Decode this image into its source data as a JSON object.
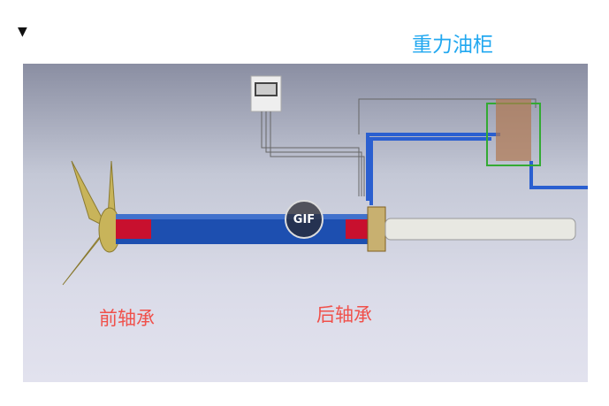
{
  "toggle_icon": "triangle-down-icon",
  "toggle_glyph": "▼",
  "labels": {
    "gravity_tank": "重力油柜",
    "front_bearing": "前轴承",
    "rear_bearing": "后轴承"
  },
  "gif_badge": "GIF",
  "colors": {
    "label_blue": "#22a8f0",
    "label_red": "#f0504a",
    "shaft_blue": "#1d4fb0",
    "bearing_red": "#c8102e"
  }
}
